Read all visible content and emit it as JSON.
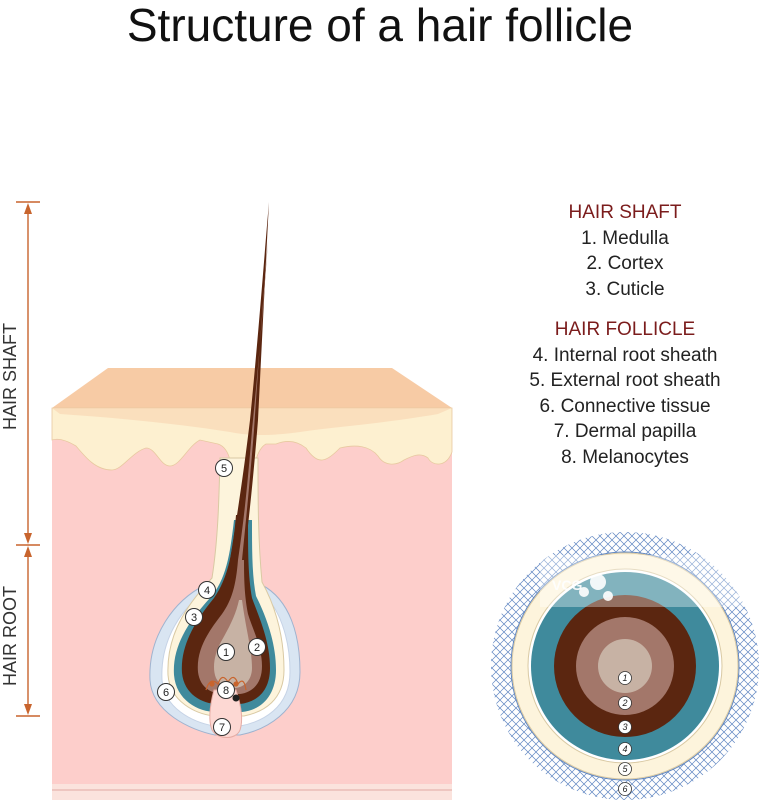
{
  "title": "Structure of a hair follicle",
  "side_labels": {
    "shaft": "HAIR SHAFT",
    "root": "HAIR ROOT"
  },
  "legend": {
    "shaft_heading": "HAIR SHAFT",
    "shaft_items": [
      "1. Medulla",
      "2. Cortex",
      "3. Cuticle"
    ],
    "follicle_heading": "HAIR FOLLICLE",
    "follicle_items": [
      "4. Internal root sheath",
      "5. External root sheath",
      "6. Connective tissue",
      "7. Dermal papilla",
      "8. Melanocytes"
    ]
  },
  "callouts": [
    "1",
    "2",
    "3",
    "4",
    "5",
    "6",
    "7",
    "8"
  ],
  "cross_section_numbers": [
    "1",
    "2",
    "3",
    "4",
    "5",
    "6"
  ],
  "watermark": "VCG",
  "colors": {
    "skin_top": "#f6caa4",
    "epidermis": "#fdf0d0",
    "dermis": "#fdcdcb",
    "hair_dark": "#5b2610",
    "hair_mid": "#a3776a",
    "medulla": "#c6b1a3",
    "teal": "#3f8a9c",
    "sheath": "#d7e3f0",
    "heading": "#7b1c1c",
    "arrow": "#c8642d"
  }
}
